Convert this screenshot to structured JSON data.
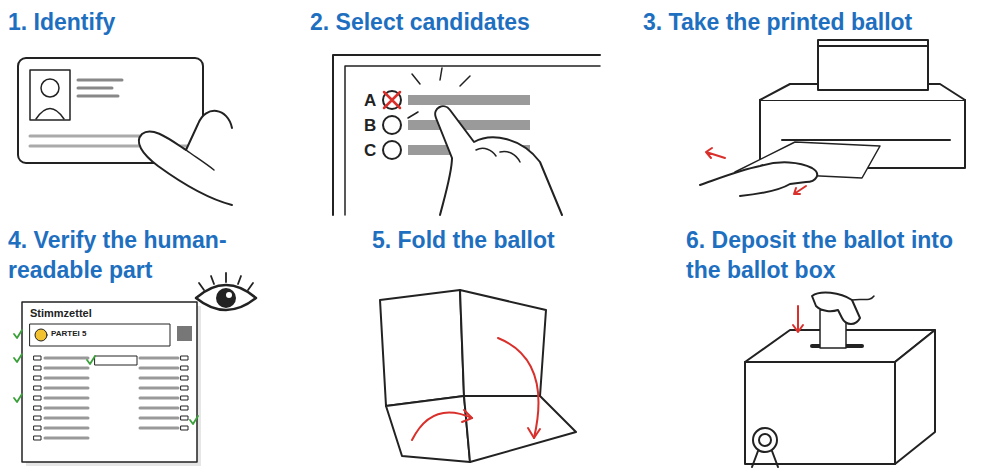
{
  "diagram": {
    "labels": [
      "1. Identify",
      "2. Select candidates",
      "3. Take the printed ballot",
      "4. Verify the human-readable part",
      "5. Fold the ballot",
      "6. Deposit the ballot into the ballot box",
      "A",
      "B",
      "C",
      "Stimmzettel",
      "PARTEI 5"
    ]
  }
}
